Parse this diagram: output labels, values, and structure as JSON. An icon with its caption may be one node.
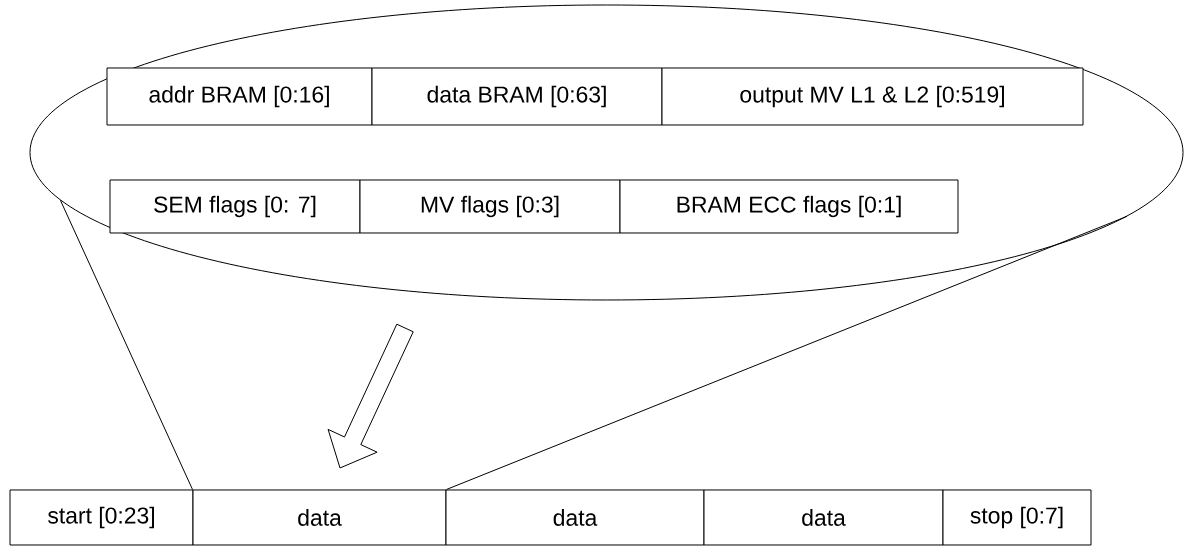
{
  "diagram": {
    "nodes": [
      {
        "text": [],
        "shape": "ellipse"
      },
      {
        "text": [
          "addr BRAM [0:16]"
        ],
        "in": 0
      },
      {
        "text": [
          "data BRAM [0:63]"
        ],
        "in": 0
      },
      {
        "text": [
          "output MV L1 & L2 [0:519]"
        ],
        "in": 0
      },
      {
        "text": [
          "SEM flags [0: 7]"
        ],
        "in": 0
      },
      {
        "text": [
          "MV flags [0:3]"
        ],
        "in": 0
      },
      {
        "text": [
          "BRAM ECC flags [0:1]"
        ],
        "in": 0
      },
      {
        "text": [
          "start [0:23]"
        ]
      },
      {
        "text": [
          "data"
        ]
      },
      {
        "text": [
          "data"
        ]
      },
      {
        "text": [
          "data"
        ]
      },
      {
        "text": [
          "stop [0:7]"
        ]
      }
    ],
    "edges": [
      {
        "from": 0,
        "to": 8,
        "arrow": "none"
      },
      {
        "from": 0,
        "to": 8,
        "arrow": "none"
      },
      {
        "from": 0,
        "to": 8,
        "arrow": "to"
      }
    ]
  }
}
